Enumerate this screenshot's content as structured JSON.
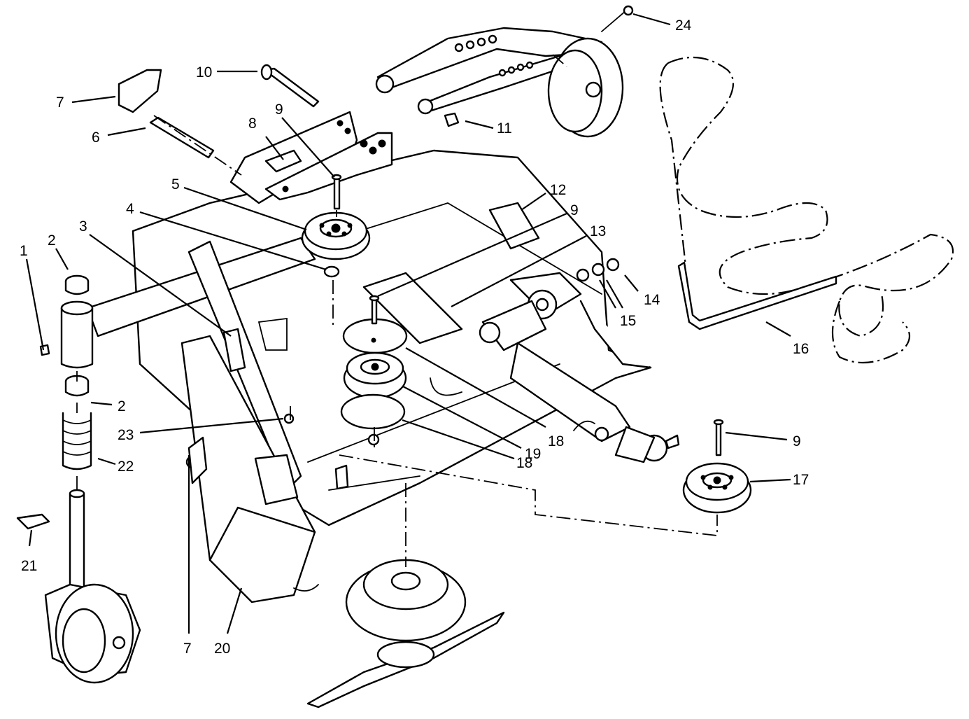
{
  "callouts": {
    "c1": "1",
    "c2a": "2",
    "c2b": "2",
    "c3": "3",
    "c4": "4",
    "c5": "5",
    "c6": "6",
    "c7a": "7",
    "c7b": "7",
    "c8": "8",
    "c9a": "9",
    "c9b": "9",
    "c9c": "9",
    "c10": "10",
    "c11": "11",
    "c12": "12",
    "c13": "13",
    "c14": "14",
    "c15": "15",
    "c16": "16",
    "c17": "17",
    "c18a": "18",
    "c18b": "18",
    "c19": "19",
    "c20": "20",
    "c21": "21",
    "c22": "22",
    "c23": "23",
    "c24": "24"
  },
  "colors": {
    "line": "#000000",
    "background": "#ffffff"
  }
}
